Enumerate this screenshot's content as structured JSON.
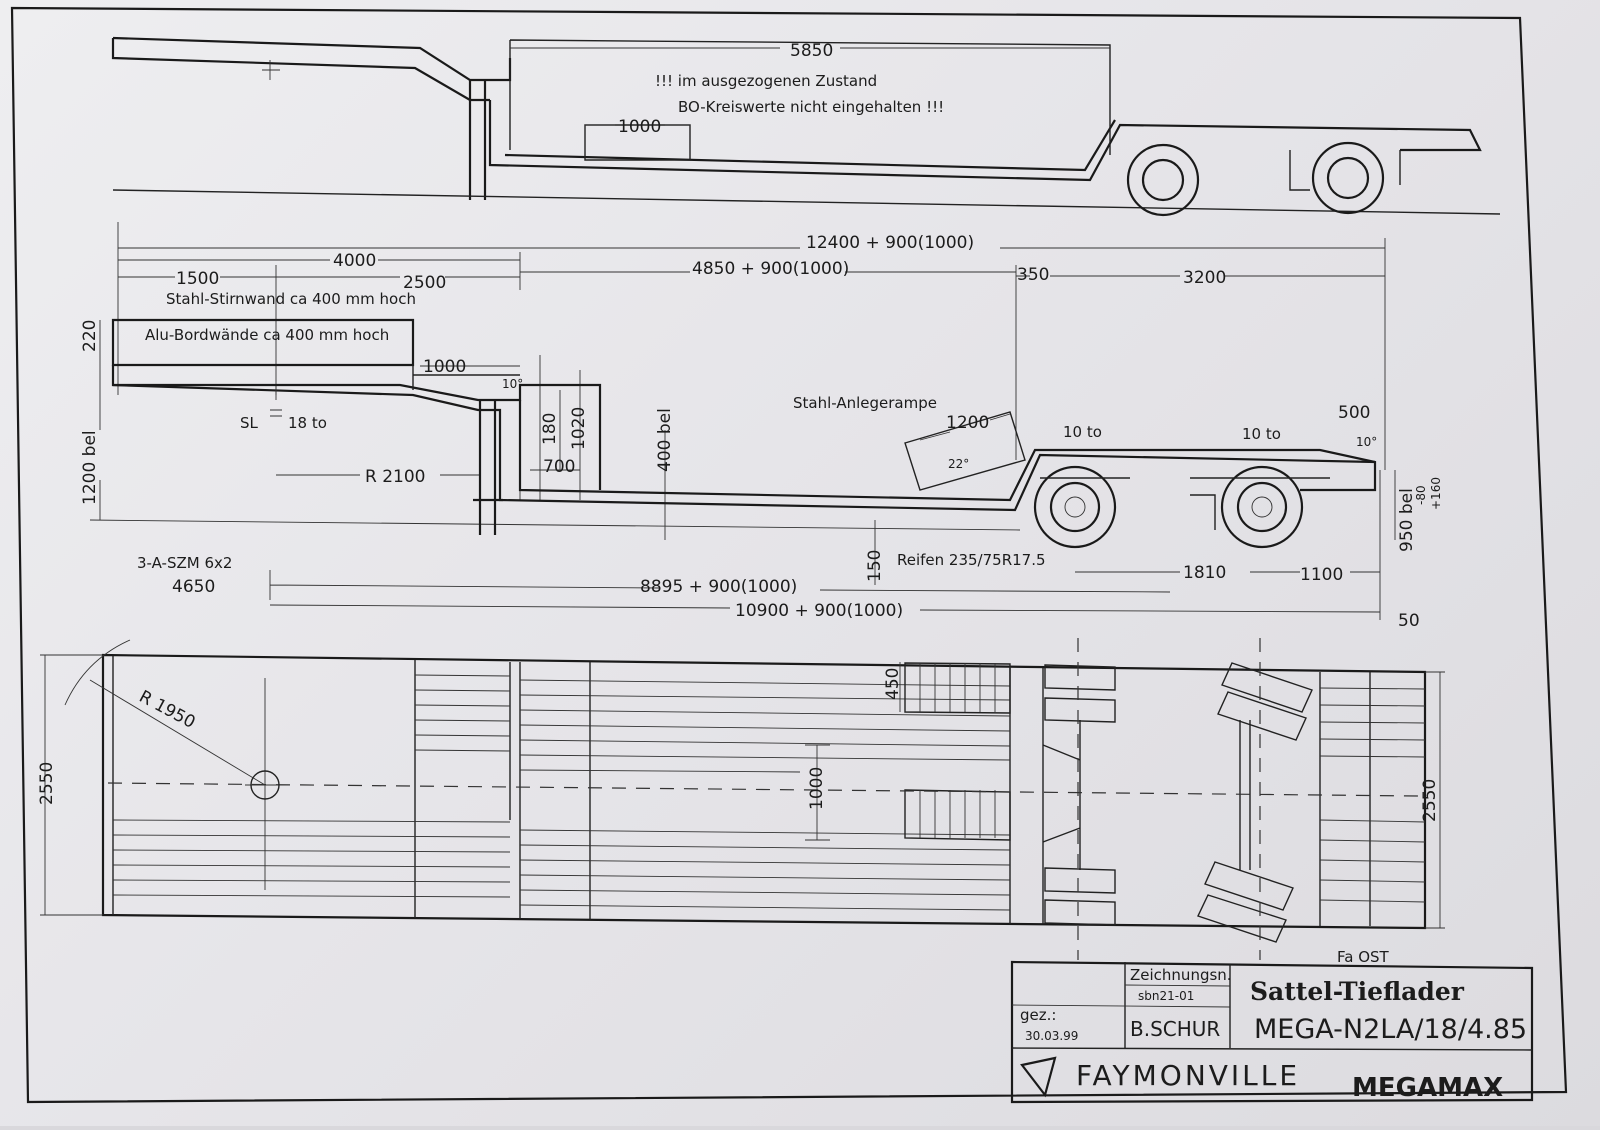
{
  "side_view_extended": {
    "dim_length": "5850",
    "dim_ramp": "1000",
    "note_line1": "!!! im ausgezogenen Zustand",
    "note_line2": "BO-Kreiswerte nicht eingehalten !!!"
  },
  "side_view": {
    "overall_length": "12400 + 900(1000)",
    "gooseneck_length": "4000",
    "dim_1500": "1500",
    "dim_2500": "2500",
    "deck_length": "4850 + 900(1000)",
    "dim_350": "350",
    "dim_3200": "3200",
    "front_wall_note": "Stahl-Stirnwand ca 400 mm hoch",
    "side_wall_note": "Alu-Bordwände ca 400 mm hoch",
    "dim_220": "220",
    "dim_1000": "1000",
    "angle_10": "10°",
    "sl_label": "SL",
    "sl_load": "18 to",
    "dim_180": "180",
    "dim_1020": "1020",
    "dim_400_bel": "400 bel",
    "height_1200_bel": "1200 bel",
    "radius_2100": "R 2100",
    "dim_700": "700",
    "ramp_label": "Stahl-Anlegerampe",
    "ramp_length": "1200",
    "ramp_angle": "22°",
    "axle_load_1": "10 to",
    "axle_load_2": "10 to",
    "dim_500": "500",
    "rear_angle": "10°",
    "rear_height": "950 bel",
    "rear_tol_minus": "-80",
    "rear_tol_plus": "+160",
    "tractor": "3-A-SZM 6x2",
    "dim_4650": "4650",
    "ground_clearance": "150",
    "tyres": "Reifen 235/75R17.5",
    "dim_8895": "8895 + 900(1000)",
    "dim_1810": "1810",
    "dim_1100": "1100",
    "dim_10900": "10900 + 900(1000)",
    "dim_50": "50"
  },
  "top_view": {
    "radius_1950": "R 1950",
    "width_left": "2550",
    "width_right": "2550",
    "dim_450": "450",
    "dim_1000": "1000"
  },
  "title_block": {
    "stamp": "Fa OST",
    "drawing_label": "Zeichnungsn.",
    "drawing_number": "sbn21-01",
    "drawn_label": "gez.:",
    "drawn_date": "30.03.99",
    "drawn_by": "B.SCHUR",
    "title": "Sattel-Tieflader",
    "model": "MEGA-N2LA/18/4.85",
    "brand": "FAYMONVILLE",
    "product": "MEGAMAX"
  }
}
